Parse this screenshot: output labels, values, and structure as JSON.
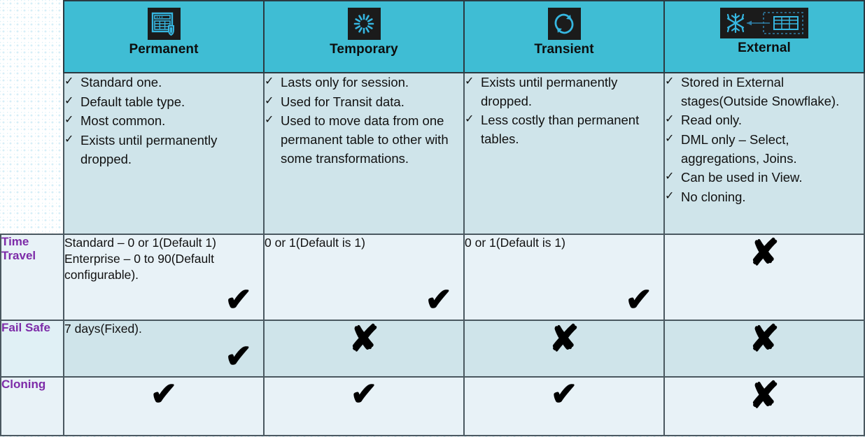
{
  "table": {
    "columns": [
      {
        "key": "permanent",
        "label": "Permanent",
        "icon": "table-shield-icon"
      },
      {
        "key": "temporary",
        "label": "Temporary",
        "icon": "loading-spinner-icon"
      },
      {
        "key": "transient",
        "label": "Transient",
        "icon": "refresh-cycle-icon"
      },
      {
        "key": "external",
        "label": "External",
        "icon": "snowflake-external-table-icon"
      }
    ],
    "bullets": {
      "permanent": [
        "Standard one.",
        "Default table type.",
        "Most common.",
        "Exists until permanently dropped."
      ],
      "temporary": [
        "Lasts only for session.",
        "Used for Transit data.",
        "Used to move data from one permanent table to other with some transformations."
      ],
      "transient": [
        "Exists until permanently dropped.",
        "Less costly than permanent tables."
      ],
      "external": [
        "Stored in External stages(Outside Snowflake).",
        "Read only.",
        "DML only – Select, aggregations, Joins.",
        "Can be used in View.",
        "No cloning."
      ]
    },
    "bullet_marker": "✓",
    "rows": [
      {
        "key": "time-travel",
        "label": "Time Travel",
        "cells": [
          {
            "text": "Standard – 0 or 1(Default 1) Enterprise – 0 to 90(Default configurable).",
            "mark": "✔",
            "mark_pos": "bottom-right"
          },
          {
            "text": "0 or 1(Default is 1)",
            "mark": "✔",
            "mark_pos": "bottom-right"
          },
          {
            "text": "0 or 1(Default is 1)",
            "mark": "✔",
            "mark_pos": "bottom-right"
          },
          {
            "text": "",
            "mark": "✘",
            "mark_pos": "center"
          }
        ]
      },
      {
        "key": "fail-safe",
        "label": "Fail Safe",
        "cells": [
          {
            "text": "7 days(Fixed).",
            "mark": "✔",
            "mark_pos": "bottom-right"
          },
          {
            "text": "",
            "mark": "✘",
            "mark_pos": "center"
          },
          {
            "text": "",
            "mark": "✘",
            "mark_pos": "center"
          },
          {
            "text": "",
            "mark": "✘",
            "mark_pos": "center"
          }
        ]
      },
      {
        "key": "cloning",
        "label": "Cloning",
        "cells": [
          {
            "text": "",
            "mark": "✔",
            "mark_pos": "center"
          },
          {
            "text": "",
            "mark": "✔",
            "mark_pos": "center"
          },
          {
            "text": "",
            "mark": "✔",
            "mark_pos": "center"
          },
          {
            "text": "",
            "mark": "✘",
            "mark_pos": "center"
          }
        ]
      }
    ],
    "colors": {
      "header_bg": "#3fbdd4",
      "bullet_bg": "#cfe4ea",
      "row_light": "#e8f2f7",
      "row_dark": "#cfe4ea",
      "label_text": "#7d2ba8",
      "border": "#4a5860",
      "icon_bg": "#1b1b1b",
      "icon_fg": "#36b6e0"
    }
  }
}
